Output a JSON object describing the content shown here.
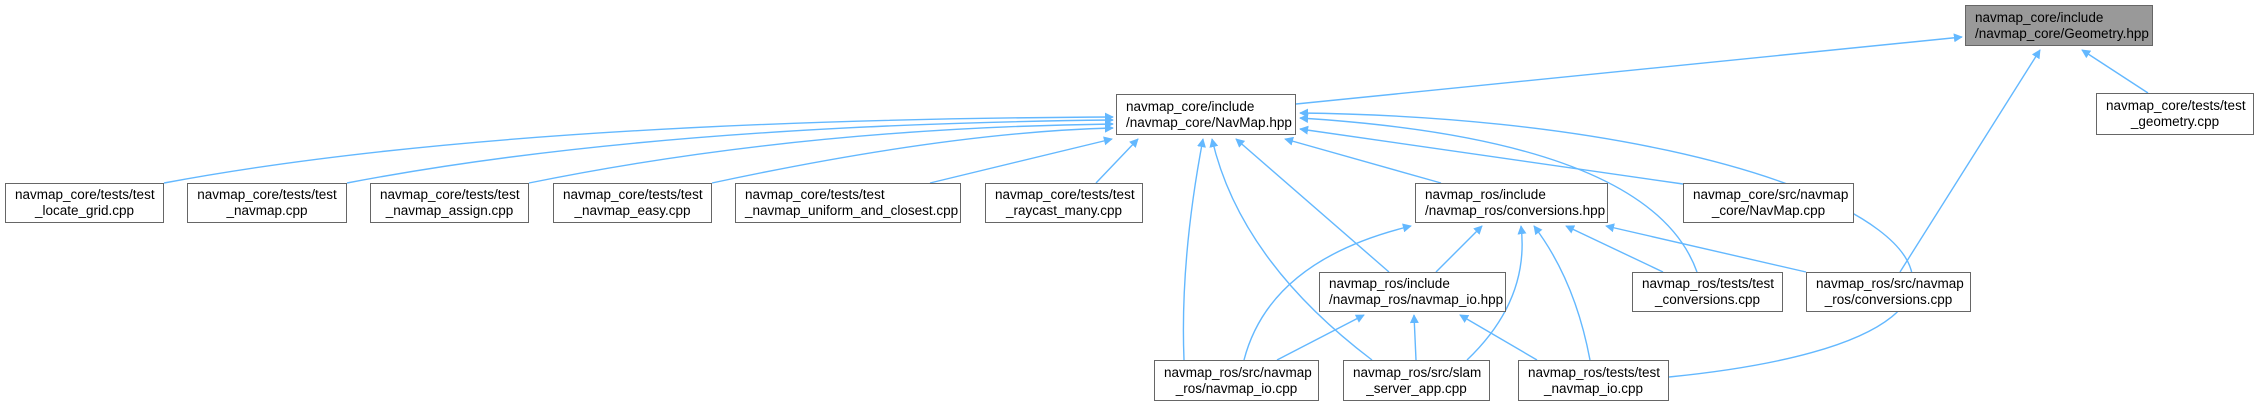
{
  "nodes": {
    "geometry": {
      "line1": "navmap_core/include",
      "line2": "/navmap_core/Geometry.hpp"
    },
    "test_geometry": {
      "line1": "navmap_core/tests/test",
      "line2": "_geometry.cpp"
    },
    "navmap_hpp": {
      "line1": "navmap_core/include",
      "line2": "/navmap_core/NavMap.hpp"
    },
    "locate_grid": {
      "line1": "navmap_core/tests/test",
      "line2": "_locate_grid.cpp"
    },
    "test_navmap": {
      "line1": "navmap_core/tests/test",
      "line2": "_navmap.cpp"
    },
    "navmap_assign": {
      "line1": "navmap_core/tests/test",
      "line2": "_navmap_assign.cpp"
    },
    "navmap_easy": {
      "line1": "navmap_core/tests/test",
      "line2": "_navmap_easy.cpp"
    },
    "uniform_closest": {
      "line1": "navmap_core/tests/test",
      "line2": "_navmap_uniform_and_closest.cpp"
    },
    "raycast_many": {
      "line1": "navmap_core/tests/test",
      "line2": "_raycast_many.cpp"
    },
    "conversions_hpp": {
      "line1": "navmap_ros/include",
      "line2": "/navmap_ros/conversions.hpp"
    },
    "navmap_cpp": {
      "line1": "navmap_core/src/navmap",
      "line2": "_core/NavMap.cpp"
    },
    "navmap_io_hpp": {
      "line1": "navmap_ros/include",
      "line2": "/navmap_ros/navmap_io.hpp"
    },
    "test_conversions": {
      "line1": "navmap_ros/tests/test",
      "line2": "_conversions.cpp"
    },
    "ros_conversions_cpp": {
      "line1": "navmap_ros/src/navmap",
      "line2": "_ros/conversions.cpp"
    },
    "navmap_io_cpp": {
      "line1": "navmap_ros/src/navmap",
      "line2": "_ros/navmap_io.cpp"
    },
    "slam_server_app": {
      "line1": "navmap_ros/src/slam",
      "line2": "_server_app.cpp"
    },
    "test_navmap_io": {
      "line1": "navmap_ros/tests/test",
      "line2": "_navmap_io.cpp"
    }
  },
  "edges": [
    {
      "from": "navmap_hpp",
      "to": "geometry"
    },
    {
      "from": "test_geometry",
      "to": "geometry"
    },
    {
      "from": "ros_conversions_cpp",
      "to": "geometry"
    },
    {
      "from": "locate_grid",
      "to": "navmap_hpp"
    },
    {
      "from": "test_navmap",
      "to": "navmap_hpp"
    },
    {
      "from": "navmap_assign",
      "to": "navmap_hpp"
    },
    {
      "from": "navmap_easy",
      "to": "navmap_hpp"
    },
    {
      "from": "uniform_closest",
      "to": "navmap_hpp"
    },
    {
      "from": "raycast_many",
      "to": "navmap_hpp"
    },
    {
      "from": "conversions_hpp",
      "to": "navmap_hpp"
    },
    {
      "from": "navmap_cpp",
      "to": "navmap_hpp"
    },
    {
      "from": "test_conversions",
      "to": "navmap_hpp"
    },
    {
      "from": "test_navmap_io",
      "to": "navmap_hpp"
    },
    {
      "from": "navmap_io_hpp",
      "to": "navmap_hpp"
    },
    {
      "from": "navmap_io_cpp",
      "to": "navmap_hpp"
    },
    {
      "from": "slam_server_app",
      "to": "navmap_hpp"
    },
    {
      "from": "navmap_io_hpp",
      "to": "conversions_hpp"
    },
    {
      "from": "test_conversions",
      "to": "conversions_hpp"
    },
    {
      "from": "ros_conversions_cpp",
      "to": "conversions_hpp"
    },
    {
      "from": "navmap_io_cpp",
      "to": "conversions_hpp"
    },
    {
      "from": "slam_server_app",
      "to": "conversions_hpp"
    },
    {
      "from": "test_navmap_io",
      "to": "conversions_hpp"
    },
    {
      "from": "navmap_io_cpp",
      "to": "navmap_io_hpp"
    },
    {
      "from": "slam_server_app",
      "to": "navmap_io_hpp"
    },
    {
      "from": "test_navmap_io",
      "to": "navmap_io_hpp"
    }
  ],
  "colors": {
    "edge": "#63b8ff",
    "root_fill": "#999999",
    "node_border": "#666666"
  }
}
